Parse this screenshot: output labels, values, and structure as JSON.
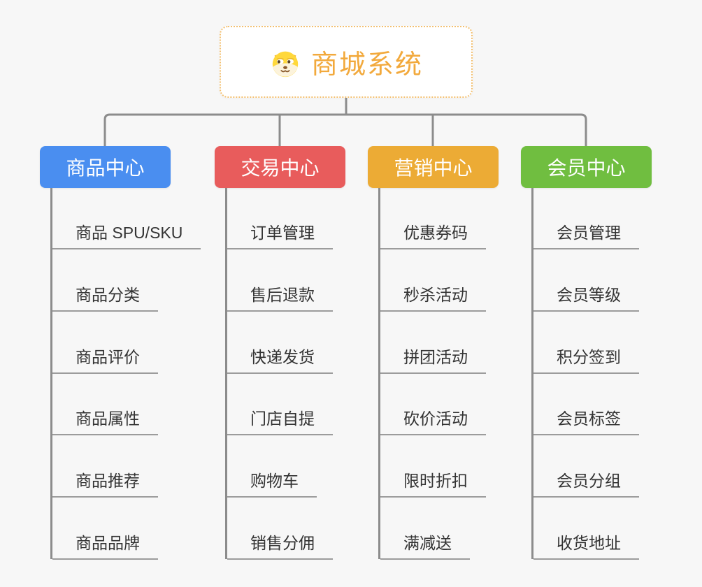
{
  "root": {
    "title": "商城系统",
    "icon": "dog-face-icon"
  },
  "branches": [
    {
      "id": "goods",
      "label": "商品中心",
      "color": "#4a8ef0",
      "items": [
        "商品 SPU/SKU",
        "商品分类",
        "商品评价",
        "商品属性",
        "商品推荐",
        "商品品牌"
      ]
    },
    {
      "id": "trade",
      "label": "交易中心",
      "color": "#e85c5c",
      "items": [
        "订单管理",
        "售后退款",
        "快递发货",
        "门店自提",
        "购物车",
        "销售分佣"
      ]
    },
    {
      "id": "marketing",
      "label": "营销中心",
      "color": "#ecab35",
      "items": [
        "优惠券码",
        "秒杀活动",
        "拼团活动",
        "砍价活动",
        "限时折扣",
        "满减送"
      ]
    },
    {
      "id": "member",
      "label": "会员中心",
      "color": "#70be40",
      "items": [
        "会员管理",
        "会员等级",
        "积分签到",
        "会员标签",
        "会员分组",
        "收货地址"
      ]
    }
  ],
  "colors": {
    "background": "#f7f7f7",
    "connector": "#8c8c8c",
    "underline": "#9c9c9c",
    "root_title": "#f2a93c",
    "root_border": "#f3c071",
    "leaf_text": "#333333"
  }
}
